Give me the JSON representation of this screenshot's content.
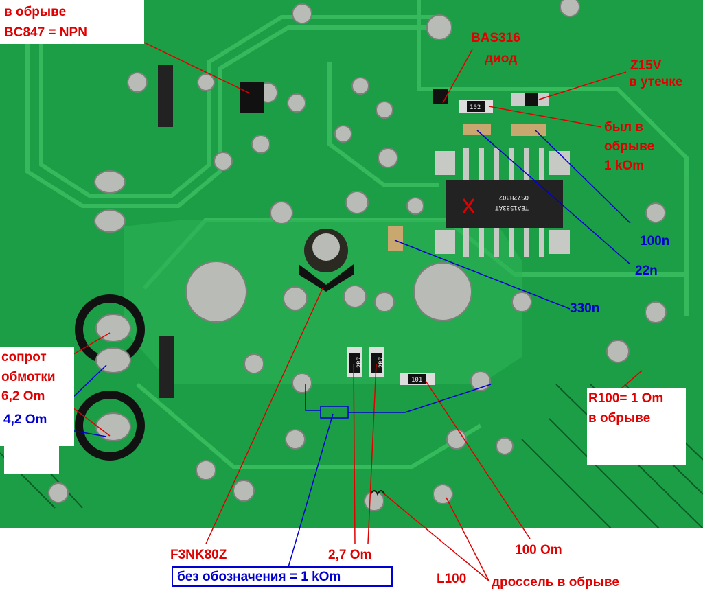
{
  "annotations": {
    "transistor": [
      "в обрыве",
      "BC847 = NPN"
    ],
    "diode": [
      "BAS316",
      "диод"
    ],
    "zener": [
      "Z15V",
      "в утечке"
    ],
    "resistor_102": [
      "был в",
      "обрыве",
      "1 kOm"
    ],
    "cap_100n": "100n",
    "cap_22n": "22n",
    "cap_330n": "330n",
    "winding": [
      "сопрот",
      "обмотки",
      "6,2 Om"
    ],
    "winding_blue": "4,2 Om",
    "r100": [
      "R100= 1 Om",
      "в обрыве"
    ],
    "mosfet": "F3NK80Z",
    "r_2r7": "2,7 Om",
    "r_101": "100 Om",
    "unmarked": "без обозначения = 1 kOm",
    "l100": "L100",
    "choke": "дроссель в обрыве"
  },
  "markings": {
    "ic_line1": "TEA1533AT",
    "ic_line2": "OS72H302",
    "r102": "102",
    "r101": "101",
    "r2r7a": "2R7",
    "r2r7b": "2R7"
  },
  "colors": {
    "red": "#e00000",
    "blue": "#0000d0",
    "pcb": "#1fa84a"
  }
}
